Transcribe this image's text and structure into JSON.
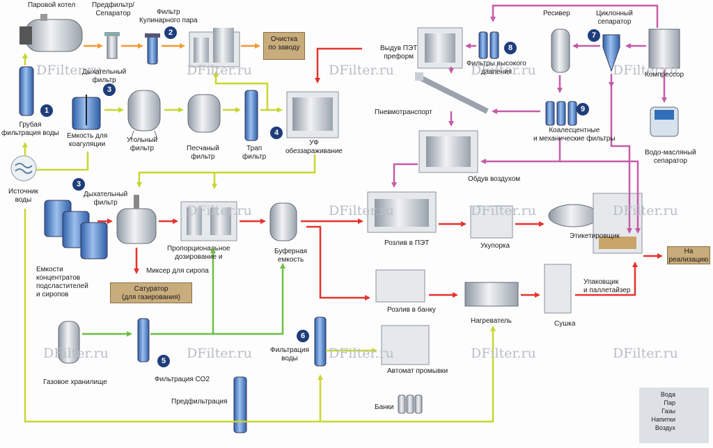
{
  "colors": {
    "water": "#c9d630",
    "steam": "#f39a35",
    "gas": "#6cbf45",
    "drink": "#e5322d",
    "air": "#c55ba8",
    "badge": "#1e3d7a",
    "box": "#c9ac7c"
  },
  "watermark": "DFilter.ru",
  "labels": {
    "steam_boiler": "Паровой котел",
    "prefilter_separator": "Предфильтр/\nСепаратор",
    "culinary_steam_filter": "Фильтр\nКулинарного пара",
    "breather_filter_1": "Дыхательный\nфильтр",
    "coarse_filtration": "Грубая\nфильтрация воды",
    "coag_tank": "Емкость для\nкоагуляции",
    "carbon_filter": "Угольный\nфильтр",
    "sand_filter": "Песчаный\nфильтр",
    "trap_filter": "Трап\nфильтр",
    "uv": "УФ\nобеззараживание",
    "water_source": "Источник\nводы",
    "breather_filter_2": "Дыхательный\nфильтр",
    "concentrate_tanks": "Емкости\nконцентратов\nподсластителей\nи сиропов",
    "syrup_mixer": "Миксер для сиропа",
    "proportional_dosing": "Пропорциональное\nдозирование и",
    "buffer_tank": "Буферная\nемкость",
    "gas_storage": "Газовое хранилище",
    "co2_filtration": "Фильтрация СО2",
    "water_filtration": "Фильтрация\nводы",
    "prefiltration": "Предфильтрация",
    "pet_blowing": "Выдув ПЭТ\nпреформ",
    "high_pressure_filters": "Фильтры высокого\nдавления",
    "pneumotransport": "Пневмотранспорт",
    "receiver": "Ресивер",
    "cyclone_separator": "Циклонный\nсепаратор",
    "compressor": "Компрессор",
    "coalescing_filters": "Коалесцентные\nи механические фильтры",
    "air_blow": "Обдув воздухом",
    "water_oil_separator": "Водо-масляный\nсепаратор",
    "pet_filling": "Розлив в ПЭТ",
    "capping": "Укупорка",
    "labeler": "Этикетировщик",
    "packer": "Упаковщик\nи паллетайзер",
    "can_filling": "Розлив в банку",
    "heater": "Нагреватель",
    "drying": "Сушка",
    "washing": "Автомат промывки",
    "cans": "Банки"
  },
  "boxes": {
    "plant_cleaning": "Очистка\nпо заводу",
    "saturator": "Сатуратор\n(для газирования)",
    "for_sale": "На\nреализацию"
  },
  "badges": [
    "1",
    "2",
    "3",
    "3",
    "4",
    "5",
    "6",
    "7",
    "8",
    "9"
  ],
  "legend": {
    "water": "Вода",
    "steam": "Пар",
    "gases": "Газы",
    "drinks": "Напитки",
    "air": "Воздух"
  }
}
